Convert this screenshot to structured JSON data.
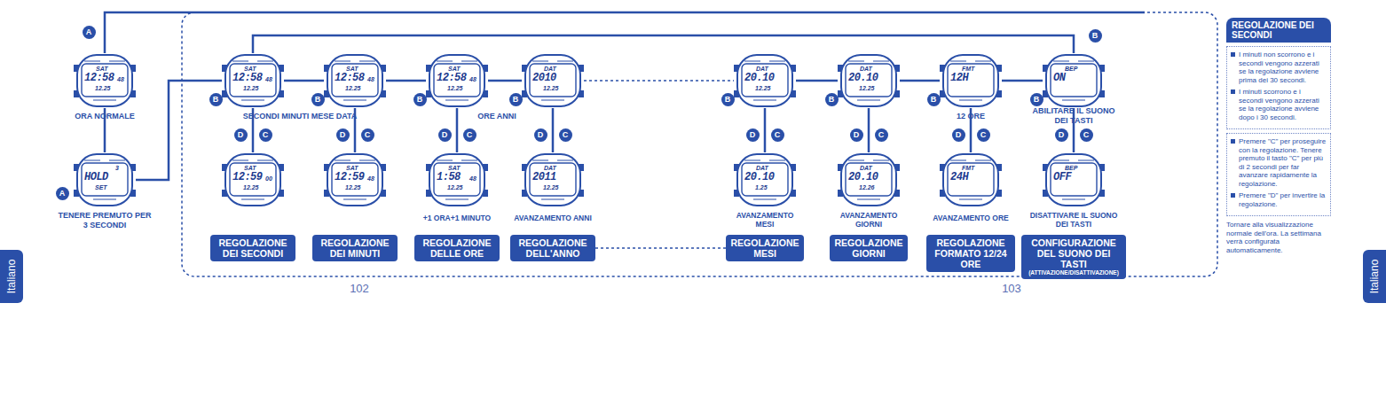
{
  "diagram": {
    "nodes": [
      {
        "text": [
          "SAT",
          "12:58",
          "48",
          "12.25"
        ]
      },
      {
        "text": [
          "3",
          "HOLD",
          "SET"
        ]
      },
      {
        "text": [
          "SAT",
          "12:58",
          "48",
          "12.25"
        ]
      },
      {
        "text": [
          "SAT",
          "12:58",
          "48",
          "12.25"
        ]
      },
      {
        "text": [
          "SAT",
          "12:58",
          "48",
          "12.25"
        ]
      },
      {
        "text": [
          "DAT",
          "2010",
          "12.25"
        ]
      },
      {
        "text": [
          "DAT",
          "20.10",
          "12.25"
        ]
      },
      {
        "text": [
          "DAT",
          "20.10",
          "12.25"
        ]
      },
      {
        "text": [
          "FMT",
          "12H"
        ]
      },
      {
        "text": [
          "BEP",
          "ON"
        ]
      },
      {
        "text": [
          "SAT",
          "12:59",
          "00",
          "12.25"
        ]
      },
      {
        "text": [
          "SAT",
          "12:59",
          "48",
          "12.25"
        ]
      },
      {
        "text": [
          "SAT",
          "1:58",
          "48",
          "12.25"
        ]
      },
      {
        "text": [
          "DAT",
          "2011",
          "12.25"
        ]
      },
      {
        "text": [
          "DAT",
          "20.10",
          "1.25"
        ]
      },
      {
        "text": [
          "DAT",
          "20.10",
          "12.26"
        ]
      },
      {
        "text": [
          "FMT",
          "24H"
        ]
      },
      {
        "text": [
          "BEP",
          "OFF"
        ]
      },
      {
        "text": [
          "REGOLAZIONE DEI SECONDI"
        ]
      },
      {
        "text": [
          "REGOLAZIONE DEI MINUTI"
        ]
      },
      {
        "text": [
          "REGOLAZIONE DELLE ORE"
        ]
      },
      {
        "text": [
          "REGOLAZIONE DELL'ANNO"
        ]
      },
      {
        "text": [
          "REGOLAZIONE MESI"
        ]
      },
      {
        "text": [
          "REGOLAZIONE GIORNI"
        ]
      },
      {
        "text": [
          "REGOLAZIONE FORMATO 12/24 ORE"
        ]
      },
      {
        "text": [
          "CONFIGURAZIONE DEL SUONO DEI TASTI",
          "(ATTIVAZIONE/DISATTIVAZIONE)"
        ]
      },
      {
        "text": [
          "REGOLAZIONE DEI SECONDI"
        ]
      },
      {
        "text": [
          "I minuti non scorrono e i secondi vengono azzerati se la regolazione avviene prima dei 30 secondi.",
          "I minuti scorrono e i secondi vengono azzerati se la regolazione avviene dopo i 30 secondi."
        ]
      },
      {
        "text": [
          "Premere \"C\" per proseguire con la regolazione. Tenere premuto il tasto \"C\" per più di 2 secondi per far avanzare rapidamente la regolazione.",
          "Premere \"D\" per invertire la regolazione."
        ]
      },
      {
        "text": [
          "Italiano"
        ]
      },
      {
        "text": [
          "Italiano"
        ]
      }
    ],
    "edges": [
      {
        "from": 0,
        "to": 1,
        "arrow": "none"
      },
      {
        "from": 1,
        "to": 2,
        "arrow": "none"
      },
      {
        "from": 2,
        "to": 3,
        "arrow": "none"
      },
      {
        "from": 3,
        "to": 4,
        "arrow": "none"
      },
      {
        "from": 4,
        "to": 5,
        "arrow": "none"
      },
      {
        "from": 5,
        "to": 6,
        "arrow": "none"
      },
      {
        "from": 6,
        "to": 7,
        "arrow": "none"
      },
      {
        "from": 7,
        "to": 8,
        "arrow": "none"
      },
      {
        "from": 8,
        "to": 9,
        "arrow": "none"
      },
      {
        "from": 9,
        "to": 2,
        "arrow": "none"
      },
      {
        "from": 2,
        "to": 10,
        "arrow": "none"
      },
      {
        "from": 3,
        "to": 11,
        "arrow": "none"
      },
      {
        "from": 4,
        "to": 12,
        "arrow": "none"
      },
      {
        "from": 5,
        "to": 13,
        "arrow": "none"
      },
      {
        "from": 6,
        "to": 14,
        "arrow": "none"
      },
      {
        "from": 7,
        "to": 15,
        "arrow": "none"
      },
      {
        "from": 8,
        "to": 16,
        "arrow": "none"
      },
      {
        "from": 9,
        "to": 17,
        "arrow": "none"
      },
      {
        "from": 21,
        "to": 22,
        "arrow": "none"
      }
    ],
    "labels": [
      "ORA NORMALE",
      "TENERE PREMUTO PER 3 SECONDI",
      "SECONDI MINUTI MESE DATA",
      "ORE ANNI",
      "12 ORE",
      "ABILITARE IL SUONO DEI TASTI",
      "+1 ORA+1 MINUTO",
      "AVANZAMENTO ANNI",
      "AVANZAMENTO MESI",
      "AVANZAMENTO GIORNI",
      "AVANZAMENTO ORE",
      "DISATTIVARE IL SUONO DEI TASTI",
      "102",
      "103",
      "Tornare alla visualizzazione normale dell'ora. La settimana verrà configurata automaticamente.",
      "A",
      "A",
      "B",
      "B",
      "B",
      "B",
      "B",
      "B",
      "B",
      "B",
      "B",
      "D",
      "C",
      "D",
      "C",
      "D",
      "C",
      "D",
      "C",
      "D",
      "C",
      "D",
      "C",
      "D",
      "C",
      "D",
      "C"
    ]
  }
}
